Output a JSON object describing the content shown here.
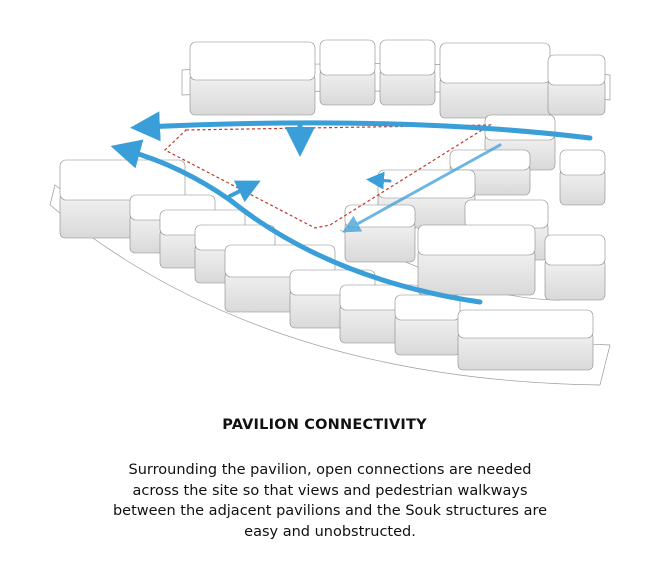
{
  "diagram": {
    "title": "PAVILION CONNECTIVITY",
    "description_lines": [
      "Surrounding the pavilion, open connections are needed",
      "across the site so that views and pedestrian walkways",
      "between the adjacent pavilions and the Souk structures are",
      "easy and unobstructed."
    ],
    "colors": {
      "arrow": "#3a9fd8",
      "boundary": "#c0392b",
      "building_top": "#ffffff",
      "building_side": "#e4e4e4"
    },
    "icons": [
      "pedestrian-path-arrow",
      "pavilion-boundary-dashed"
    ]
  }
}
